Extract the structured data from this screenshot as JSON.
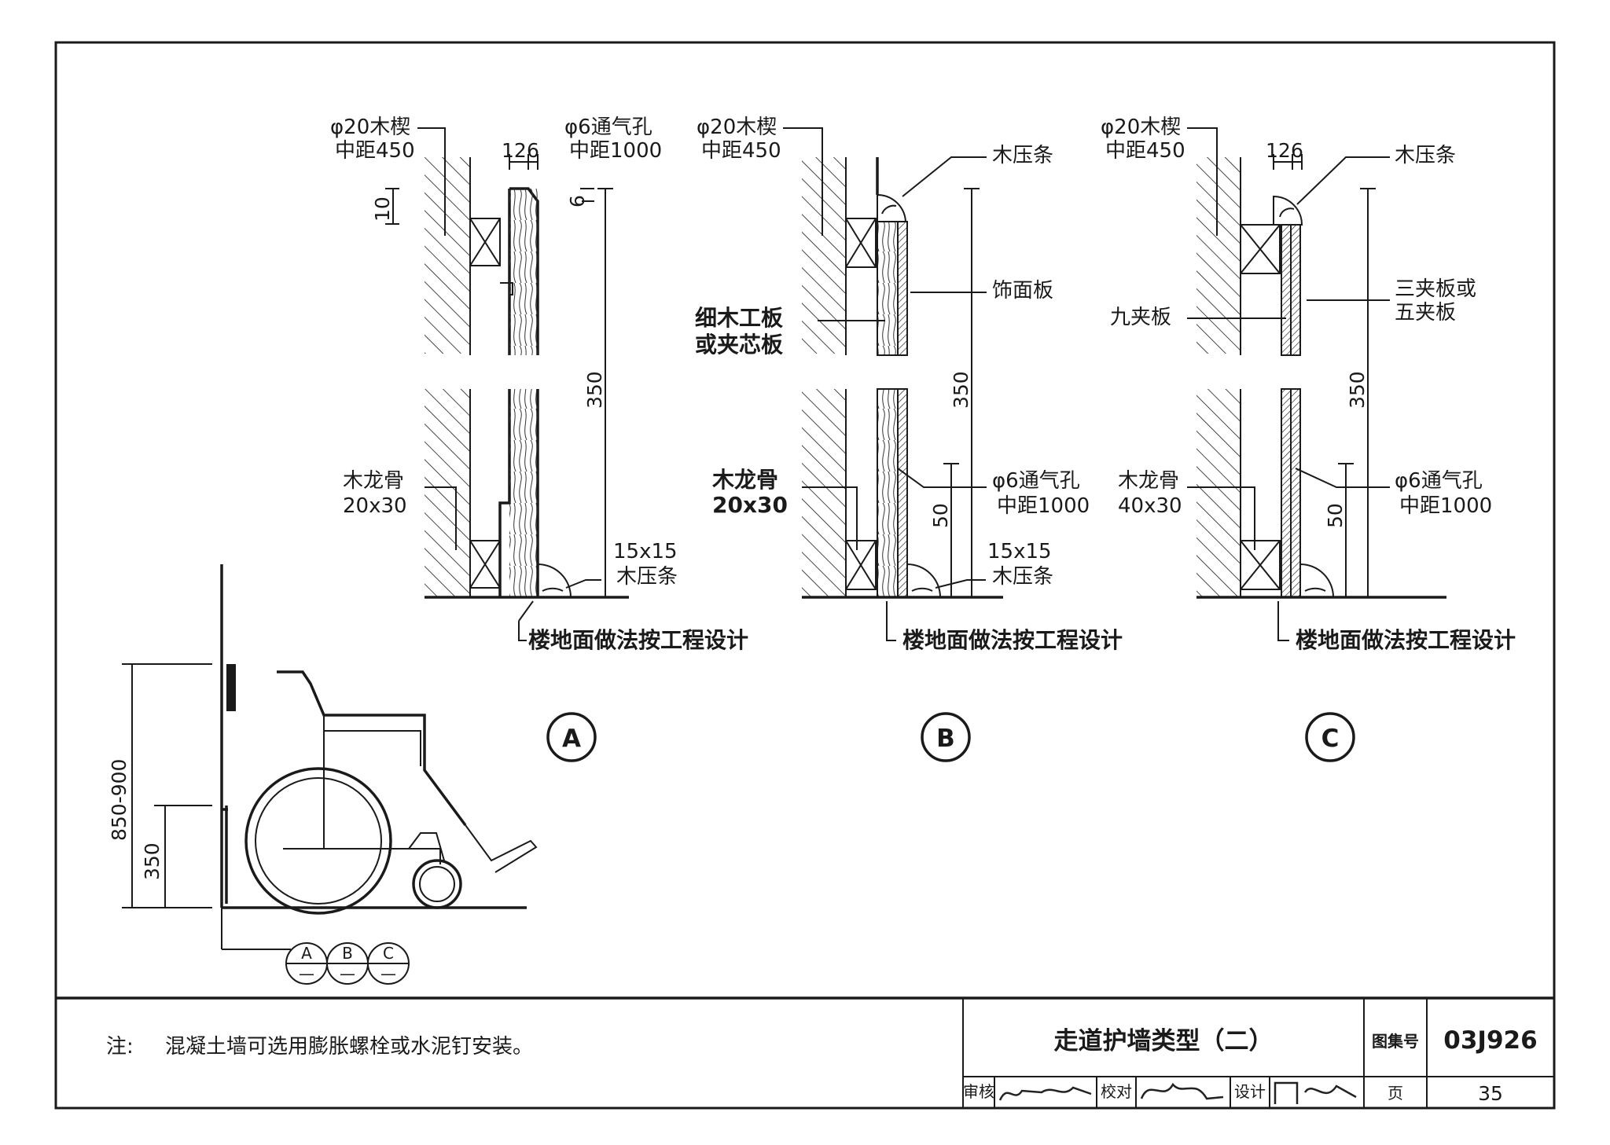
{
  "details": {
    "A": {
      "id": "A",
      "wedge": [
        "φ20木楔",
        "中距450"
      ],
      "vent_top": [
        "φ6通气孔",
        "中距1000"
      ],
      "dim_thickness": "12",
      "dim_gap": "6",
      "dim_top_left": "10",
      "dim_top_right": "6",
      "dim_height": "350",
      "keel": [
        "木龙骨",
        "20x30"
      ],
      "base_strip": [
        "15x15",
        "木压条"
      ],
      "floor_note": "楼地面做法按工程设计"
    },
    "B": {
      "id": "B",
      "wedge": [
        "φ20木楔",
        "中距450"
      ],
      "top_strip": "木压条",
      "facing": "饰面板",
      "core": [
        "细木工板",
        "或夹芯板"
      ],
      "dim_height": "350",
      "dim_vent": "50",
      "keel": [
        "木龙骨",
        "20x30"
      ],
      "vent": [
        "φ6通气孔",
        "中距1000"
      ],
      "base_strip": [
        "15x15",
        "木压条"
      ],
      "floor_note": "楼地面做法按工程设计"
    },
    "C": {
      "id": "C",
      "wedge": [
        "φ20木楔",
        "中距450"
      ],
      "dim_thickness": "12",
      "dim_gap": "6",
      "top_strip": "木压条",
      "ply": [
        "三夹板或",
        "五夹板"
      ],
      "nine_ply": "九夹板",
      "dim_height": "350",
      "dim_vent": "50",
      "keel": [
        "木龙骨",
        "40x30"
      ],
      "vent": [
        "φ6通气孔",
        "中距1000"
      ],
      "floor_note": "楼地面做法按工程设计"
    }
  },
  "wheelchair": {
    "dim_total": "850-900",
    "dim_rail": "350",
    "refs": [
      "A",
      "B",
      "C"
    ],
    "ref_sub": "—"
  },
  "title_block": {
    "note_label": "注:",
    "note_text": "混凝土墙可选用膨胀螺栓或水泥钉安装。",
    "title": "走道护墙类型（二）",
    "atlas_label": "图集号",
    "atlas_no": "03J926",
    "review_label": "审核",
    "check_label": "校对",
    "design_label": "设计",
    "page_label": "页",
    "page_no": "35"
  }
}
